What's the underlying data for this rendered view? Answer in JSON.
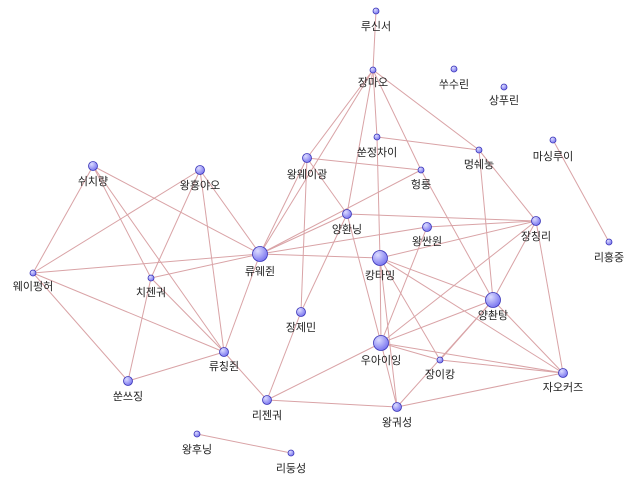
{
  "colors": {
    "node": "#7d79f0",
    "node_highlight": "#dcdcff",
    "node_stroke": "#3a35b8",
    "edge": "#d9a3a6",
    "text": "#222222"
  },
  "nodes": [
    {
      "id": "lu_xinxu",
      "label": "루신서",
      "size": "small"
    },
    {
      "id": "zhang_mao",
      "label": "장마오",
      "size": "small"
    },
    {
      "id": "shu_xiulin",
      "label": "쑤수린",
      "size": "small"
    },
    {
      "id": "shang_fulin",
      "label": "상푸린",
      "size": "small"
    },
    {
      "id": "sun_zhengcai",
      "label": "쑨정차이",
      "size": "small"
    },
    {
      "id": "meng_xuenong",
      "label": "멍쉐눙",
      "size": "small"
    },
    {
      "id": "ma_xinglui",
      "label": "마싱루이",
      "size": "small"
    },
    {
      "id": "xu_qiliang",
      "label": "쉬치량",
      "size": "medium"
    },
    {
      "id": "wang_hongyao",
      "label": "왕훙야오",
      "size": "medium"
    },
    {
      "id": "wang_weiguang",
      "label": "왕웨이광",
      "size": "medium"
    },
    {
      "id": "hang_long",
      "label": "헝룽",
      "size": "small"
    },
    {
      "id": "yang_huanning",
      "label": "양환닝",
      "size": "medium"
    },
    {
      "id": "wang_xianyuan",
      "label": "왕싼원",
      "size": "medium"
    },
    {
      "id": "zhang_qingli",
      "label": "장칭리",
      "size": "medium"
    },
    {
      "id": "li_hongzhong",
      "label": "리훙중",
      "size": "small"
    },
    {
      "id": "liu_weijun",
      "label": "류웨쥔",
      "size": "large"
    },
    {
      "id": "kang_taiming",
      "label": "캉타밍",
      "size": "large"
    },
    {
      "id": "wei_yiping",
      "label": "웨이펑허",
      "size": "small"
    },
    {
      "id": "qi_jianguo",
      "label": "치젠궈",
      "size": "small"
    },
    {
      "id": "yang_chuantang",
      "label": "양촨탕",
      "size": "large"
    },
    {
      "id": "zhang_jimin",
      "label": "장제민",
      "size": "medium"
    },
    {
      "id": "wu_yiying",
      "label": "우아이잉",
      "size": "large"
    },
    {
      "id": "liu_qingjun",
      "label": "류칭쥔",
      "size": "medium"
    },
    {
      "id": "zhang_yikang",
      "label": "장이캉",
      "size": "small"
    },
    {
      "id": "zhao_kezi",
      "label": "자오커즈",
      "size": "medium"
    },
    {
      "id": "sun_siji",
      "label": "쑨쓰징",
      "size": "medium"
    },
    {
      "id": "li_jianguo",
      "label": "리젠궈",
      "size": "medium"
    },
    {
      "id": "wang_guisheng",
      "label": "왕궈성",
      "size": "medium"
    },
    {
      "id": "wang_huning",
      "label": "왕후닝",
      "size": "small"
    },
    {
      "id": "li_dongsheng",
      "label": "리둥성",
      "size": "small"
    }
  ],
  "edges": [
    [
      "lu_xinxu",
      "zhang_mao"
    ],
    [
      "zhang_mao",
      "wang_weiguang"
    ],
    [
      "zhang_mao",
      "sun_zhengcai"
    ],
    [
      "zhang_mao",
      "hang_long"
    ],
    [
      "zhang_mao",
      "meng_xuenong"
    ],
    [
      "zhang_mao",
      "yang_huanning"
    ],
    [
      "zhang_mao",
      "liu_weijun"
    ],
    [
      "sun_zhengcai",
      "meng_xuenong"
    ],
    [
      "sun_zhengcai",
      "kang_taiming"
    ],
    [
      "meng_xuenong",
      "zhang_qingli"
    ],
    [
      "meng_xuenong",
      "yang_chuantang"
    ],
    [
      "ma_xinglui",
      "li_hongzhong"
    ],
    [
      "wang_weiguang",
      "hang_long"
    ],
    [
      "wang_weiguang",
      "yang_huanning"
    ],
    [
      "wang_weiguang",
      "zhang_jimin"
    ],
    [
      "wang_weiguang",
      "liu_weijun"
    ],
    [
      "hang_long",
      "liu_weijun"
    ],
    [
      "hang_long",
      "yang_chuantang"
    ],
    [
      "yang_huanning",
      "zhang_qingli"
    ],
    [
      "yang_huanning",
      "wu_yiying"
    ],
    [
      "yang_huanning",
      "liu_weijun"
    ],
    [
      "yang_huanning",
      "zhang_jimin"
    ],
    [
      "wang_xianyuan",
      "zhang_qingli"
    ],
    [
      "wang_xianyuan",
      "wu_yiying"
    ],
    [
      "wang_xianyuan",
      "liu_weijun"
    ],
    [
      "zhang_qingli",
      "kang_taiming"
    ],
    [
      "zhang_qingli",
      "yang_chuantang"
    ],
    [
      "zhang_qingli",
      "zhao_kezi"
    ],
    [
      "zhang_qingli",
      "wu_yiying"
    ],
    [
      "xu_qiliang",
      "wei_yiping"
    ],
    [
      "xu_qiliang",
      "qi_jianguo"
    ],
    [
      "xu_qiliang",
      "liu_weijun"
    ],
    [
      "xu_qiliang",
      "liu_qingjun"
    ],
    [
      "wang_hongyao",
      "wei_yiping"
    ],
    [
      "wang_hongyao",
      "qi_jianguo"
    ],
    [
      "wang_hongyao",
      "liu_weijun"
    ],
    [
      "wang_hongyao",
      "liu_qingjun"
    ],
    [
      "liu_weijun",
      "wei_yiping"
    ],
    [
      "liu_weijun",
      "qi_jianguo"
    ],
    [
      "liu_weijun",
      "kang_taiming"
    ],
    [
      "liu_weijun",
      "liu_qingjun"
    ],
    [
      "wei_yiping",
      "sun_siji"
    ],
    [
      "wei_yiping",
      "liu_qingjun"
    ],
    [
      "qi_jianguo",
      "sun_siji"
    ],
    [
      "qi_jianguo",
      "liu_qingjun"
    ],
    [
      "kang_taiming",
      "yang_chuantang"
    ],
    [
      "kang_taiming",
      "wu_yiying"
    ],
    [
      "kang_taiming",
      "zhang_yikang"
    ],
    [
      "kang_taiming",
      "zhao_kezi"
    ],
    [
      "kang_taiming",
      "wang_guisheng"
    ],
    [
      "yang_chuantang",
      "wu_yiying"
    ],
    [
      "yang_chuantang",
      "zhang_yikang"
    ],
    [
      "yang_chuantang",
      "zhao_kezi"
    ],
    [
      "yang_chuantang",
      "wang_guisheng"
    ],
    [
      "zhang_jimin",
      "li_jianguo"
    ],
    [
      "wu_yiying",
      "li_jianguo"
    ],
    [
      "wu_yiying",
      "zhang_yikang"
    ],
    [
      "wu_yiying",
      "zhao_kezi"
    ],
    [
      "wu_yiying",
      "wang_guisheng"
    ],
    [
      "liu_qingjun",
      "sun_siji"
    ],
    [
      "liu_qingjun",
      "li_jianguo"
    ],
    [
      "zhang_yikang",
      "zhao_kezi"
    ],
    [
      "wang_guisheng",
      "zhao_kezi"
    ],
    [
      "li_jianguo",
      "wang_guisheng"
    ],
    [
      "wang_huning",
      "li_dongsheng"
    ]
  ]
}
